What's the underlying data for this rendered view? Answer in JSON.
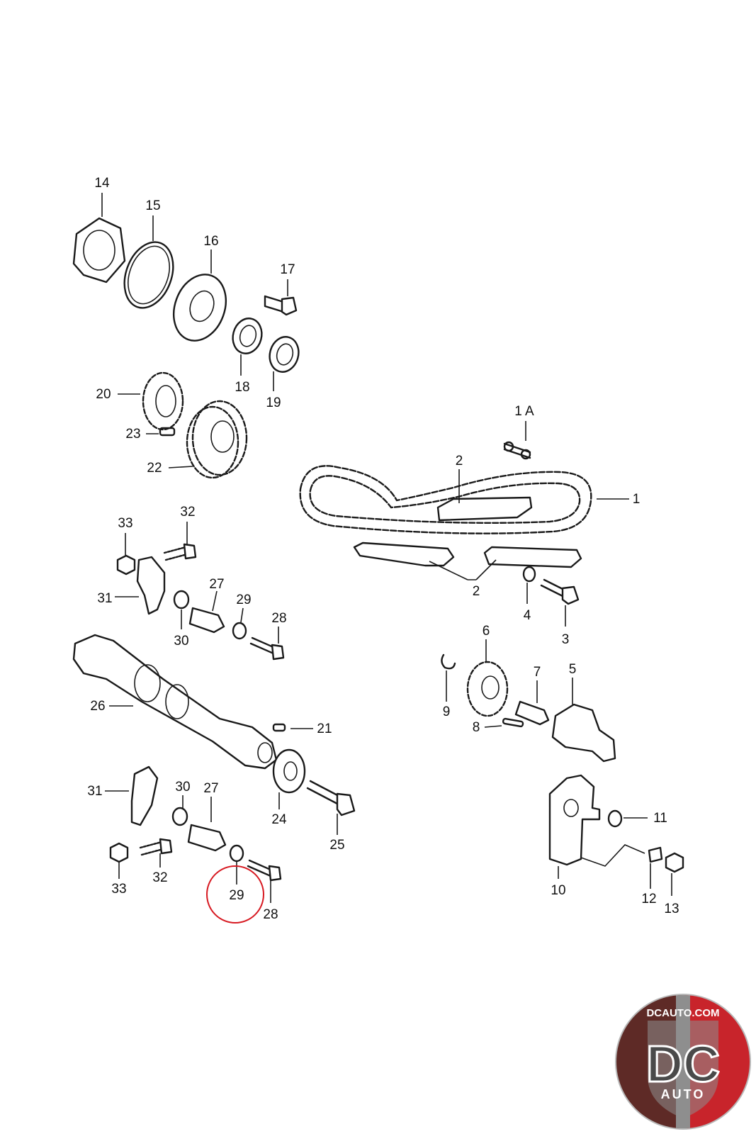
{
  "callouts": [
    {
      "id": "c14",
      "text": "14"
    },
    {
      "id": "c15",
      "text": "15"
    },
    {
      "id": "c16",
      "text": "16"
    },
    {
      "id": "c17",
      "text": "17"
    },
    {
      "id": "c18",
      "text": "18"
    },
    {
      "id": "c19",
      "text": "19"
    },
    {
      "id": "c20",
      "text": "20"
    },
    {
      "id": "c23",
      "text": "23"
    },
    {
      "id": "c22",
      "text": "22"
    },
    {
      "id": "c1A",
      "text": "1 A"
    },
    {
      "id": "c2a",
      "text": "2"
    },
    {
      "id": "c1",
      "text": "1"
    },
    {
      "id": "c2b",
      "text": "2"
    },
    {
      "id": "c4",
      "text": "4"
    },
    {
      "id": "c3",
      "text": "3"
    },
    {
      "id": "c33a",
      "text": "33"
    },
    {
      "id": "c32a",
      "text": "32"
    },
    {
      "id": "c31a",
      "text": "31"
    },
    {
      "id": "c27a",
      "text": "27"
    },
    {
      "id": "c29a",
      "text": "29"
    },
    {
      "id": "c28a",
      "text": "28"
    },
    {
      "id": "c30a",
      "text": "30"
    },
    {
      "id": "c26",
      "text": "26"
    },
    {
      "id": "c21",
      "text": "21"
    },
    {
      "id": "c6",
      "text": "6"
    },
    {
      "id": "c9",
      "text": "9"
    },
    {
      "id": "c7",
      "text": "7"
    },
    {
      "id": "c5",
      "text": "5"
    },
    {
      "id": "c8",
      "text": "8"
    },
    {
      "id": "c31b",
      "text": "31"
    },
    {
      "id": "c30b",
      "text": "30"
    },
    {
      "id": "c27b",
      "text": "27"
    },
    {
      "id": "c24",
      "text": "24"
    },
    {
      "id": "c25",
      "text": "25"
    },
    {
      "id": "c33b",
      "text": "33"
    },
    {
      "id": "c32b",
      "text": "32"
    },
    {
      "id": "c29b",
      "text": "29"
    },
    {
      "id": "c28b",
      "text": "28"
    },
    {
      "id": "c11",
      "text": "11"
    },
    {
      "id": "c10",
      "text": "10"
    },
    {
      "id": "c12",
      "text": "12"
    },
    {
      "id": "c13",
      "text": "13"
    }
  ],
  "highlighted_callout": "29",
  "logo": {
    "domain_text": "DCAUTO.COM",
    "monogram": "DC",
    "subtext": "AUTO",
    "colors": {
      "ring": "#b8b8b8",
      "red": "#c8242b",
      "dark": "#5e2a26",
      "steel": "#8e8e8e"
    }
  },
  "colors": {
    "line": "#1a1a1a",
    "highlight": "#d71921"
  }
}
